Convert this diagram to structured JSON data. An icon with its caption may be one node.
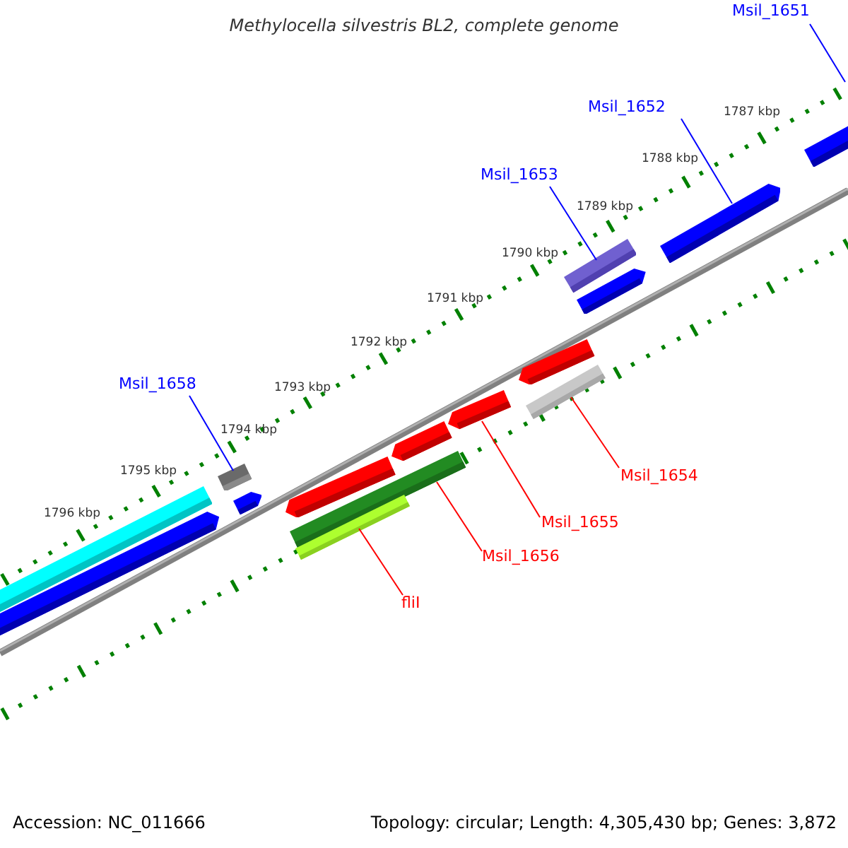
{
  "diagram": {
    "title": "Methylocella silvestris BL2, complete genome",
    "nodes": [
      {
        "text": [
          "Msil_1651"
        ]
      },
      {
        "text": [
          "Msil_1652"
        ]
      },
      {
        "text": [
          "Msil_1653"
        ]
      },
      {
        "text": [
          "Msil_1658"
        ]
      },
      {
        "text": [
          "Msil_1654"
        ]
      },
      {
        "text": [
          "Msil_1655"
        ]
      },
      {
        "text": [
          "Msil_1656"
        ]
      },
      {
        "text": [
          "fliI"
        ]
      },
      {
        "text": [],
        "shape": "bar"
      },
      {
        "text": [],
        "shape": "bar"
      },
      {
        "text": [],
        "shape": "bar"
      },
      {
        "text": [],
        "shape": "bar"
      },
      {
        "text": [],
        "shape": "bar"
      },
      {
        "text": [],
        "shape": "bar"
      },
      {
        "text": [],
        "shape": "bar"
      },
      {
        "text": [],
        "shape": "bar"
      },
      {
        "text": [],
        "shape": "bar"
      },
      {
        "text": [],
        "shape": "bar"
      },
      {
        "text": [],
        "shape": "bar"
      },
      {
        "text": [],
        "shape": "bar"
      },
      {
        "text": [],
        "shape": "bar"
      },
      {
        "text": [],
        "shape": "bar"
      },
      {
        "text": [],
        "shape": "bar"
      }
    ],
    "edges": [
      {
        "from": 0,
        "to": null,
        "arrow": "none",
        "color": "#0000ff"
      },
      {
        "from": 1,
        "to": 21,
        "arrow": "none",
        "color": "#0000ff"
      },
      {
        "from": 2,
        "to": 17,
        "arrow": "none",
        "color": "#0000ff"
      },
      {
        "from": 3,
        "to": 10,
        "arrow": "none",
        "color": "#0000ff"
      },
      {
        "from": 4,
        "to": 19,
        "arrow": "none",
        "color": "#ff0000"
      },
      {
        "from": 5,
        "to": 16,
        "arrow": "none",
        "color": "#ff0000"
      },
      {
        "from": 6,
        "to": 13,
        "arrow": "none",
        "color": "#ff0000"
      },
      {
        "from": 7,
        "to": 14,
        "arrow": "none",
        "color": "#ff0000"
      }
    ],
    "labels": [
      "1787 kbp",
      "1788 kbp",
      "1789 kbp",
      "1790 kbp",
      "1791 kbp",
      "1792 kbp",
      "1793 kbp",
      "1794 kbp",
      "1795 kbp",
      "1796 kbp",
      "Accession: NC_011666",
      "Topology: circular; Length: 4,305,430 bp; Genes: 3,872"
    ]
  }
}
